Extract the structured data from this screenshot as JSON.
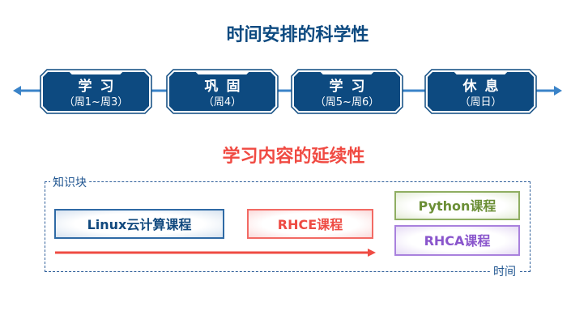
{
  "schedule": {
    "title": "时间安排的科学性",
    "stages": [
      {
        "label": "学习",
        "period": "（周1~周3）"
      },
      {
        "label": "巩固",
        "period": "（周4）"
      },
      {
        "label": "学习",
        "period": "（周5~周6）"
      },
      {
        "label": "休息",
        "period": "（周日）"
      }
    ],
    "colors": {
      "box": "#0d4a80",
      "line": "#3a83c8"
    }
  },
  "continuity": {
    "title": "学习内容的延续性",
    "frame_label": "知识块",
    "axis_label": "时间",
    "courses": [
      {
        "name": "Linux云计算课程",
        "color": "#11497e"
      },
      {
        "name": "RHCE课程",
        "color": "#ee4b43"
      },
      {
        "name": "Python课程",
        "color": "#6b8f36"
      },
      {
        "name": "RHCA课程",
        "color": "#8a56cc"
      }
    ],
    "arrow_color": "#ef4b43"
  }
}
